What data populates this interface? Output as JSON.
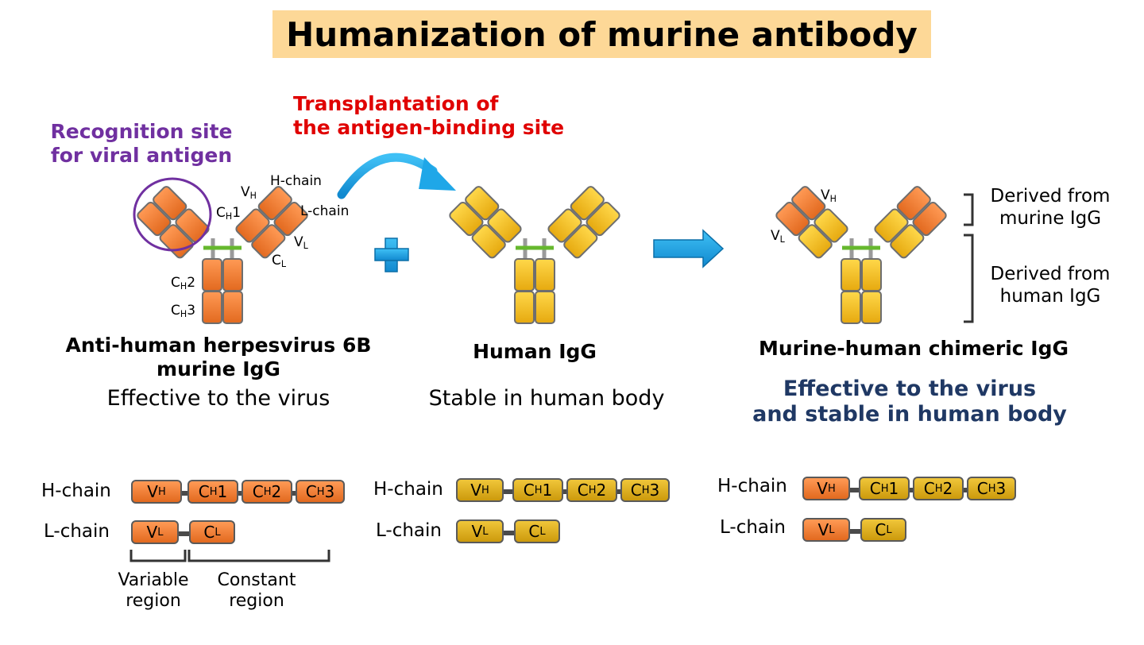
{
  "title": "Humanization of murine antibody",
  "recognition_site": [
    "Recognition site",
    "for viral antigen"
  ],
  "transplant": [
    "Transplantation of",
    "the antigen-binding site"
  ],
  "domain_labels": {
    "v": "V",
    "c": "C",
    "h": "H",
    "l": "L",
    "ch1_num": "1",
    "ch2_num": "2",
    "ch3_num": "3",
    "h_chain": "H-chain",
    "l_chain": "L-chain"
  },
  "derived_murine": [
    "Derived from",
    "murine IgG"
  ],
  "derived_human": [
    "Derived from",
    "human IgG"
  ],
  "antibodies": [
    {
      "name_lines": [
        "Anti-human herpesvirus 6B",
        "murine IgG"
      ],
      "desc_lines": [
        "Effective to the virus"
      ]
    },
    {
      "name_lines": [
        "Human IgG"
      ],
      "desc_lines": [
        "Stable in human body"
      ]
    },
    {
      "name_lines": [
        "Murine-human chimeric IgG"
      ],
      "desc_lines": [
        "Effective to the virus",
        "and stable in human body"
      ]
    }
  ],
  "chains": {
    "h_chain_label": "H-chain",
    "l_chain_label": "L-chain"
  },
  "regions": {
    "variable": [
      "Variable",
      "region"
    ],
    "constant": [
      "Constant",
      "region"
    ]
  },
  "colors": {
    "murine": "#f07a2e",
    "human": "#f2c21a",
    "title_bg": "#fdd897",
    "arrow": "#1fa7e8",
    "purple": "#7030a0",
    "red": "#e00000",
    "navy": "#1f3864"
  }
}
